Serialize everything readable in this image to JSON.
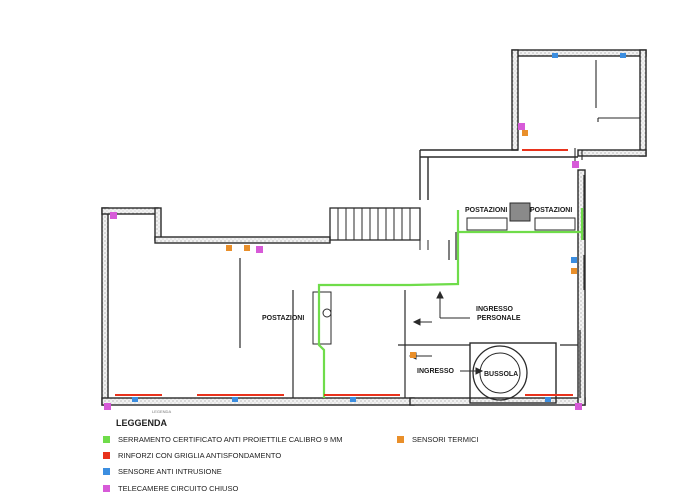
{
  "labels": {
    "postazioni_left": "POSTAZIONI",
    "postazioni_top_a": "POSTAZIONI",
    "postazioni_top_b": "POSTAZIONI",
    "ingresso_personale_1": "INGRESSO",
    "ingresso_personale_2": "PERSONALE",
    "ingresso": "INGRESSO",
    "bussola": "BUSSOLA"
  },
  "legend": {
    "title": "LEGGENDA",
    "subtitle": "LEGENDA",
    "items": [
      {
        "label": "SERRAMENTO CERTIFICATO ANTI PROIETTILE CALIBRO 9 MM",
        "color": "#6fdc4a"
      },
      {
        "label": "RINFORZI CON GRIGLIA ANTISFONDAMENTO",
        "color": "#e8321c"
      },
      {
        "label": "SENSORE ANTI INTRUSIONE",
        "color": "#3c8ee0"
      },
      {
        "label": "TELECAMERE CIRCUITO CHIUSO",
        "color": "#d75ad8"
      },
      {
        "label": "SENSORI TERMICI",
        "color": "#e98f2a"
      }
    ]
  },
  "colors": {
    "wall": "#2a2a2a",
    "green": "#6fdc4a",
    "red": "#e8321c",
    "blue": "#3c8ee0",
    "magenta": "#d75ad8",
    "orange": "#e98f2a"
  }
}
